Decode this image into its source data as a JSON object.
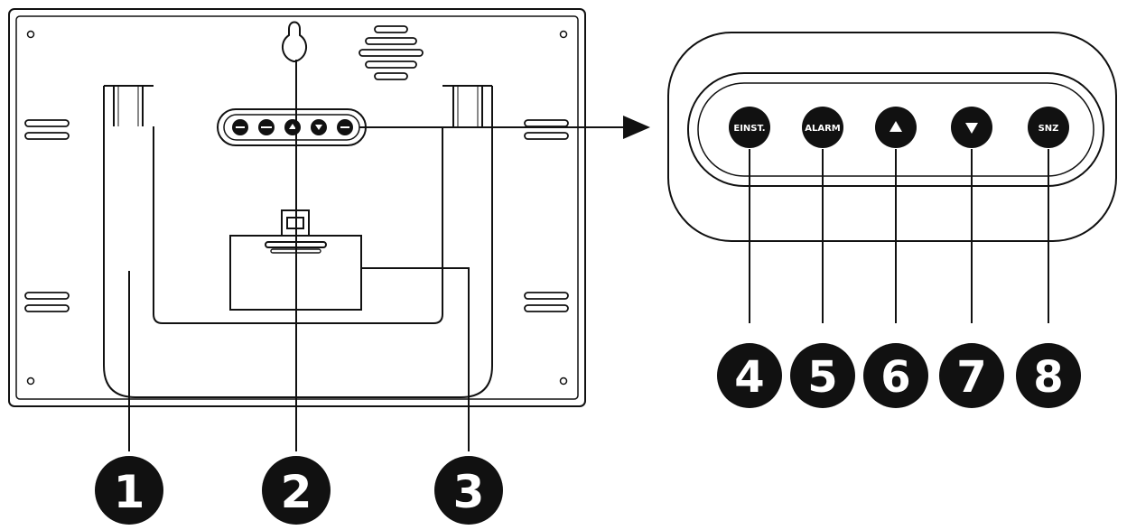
{
  "colors": {
    "ink": "#111111",
    "paper": "#ffffff"
  },
  "buttons": [
    {
      "id": "einst",
      "label": "EINST.",
      "icon": ""
    },
    {
      "id": "alarm",
      "label": "ALARM",
      "icon": ""
    },
    {
      "id": "up",
      "label": "",
      "icon": "triangle-up-icon"
    },
    {
      "id": "down",
      "label": "",
      "icon": "triangle-down-icon"
    },
    {
      "id": "snz",
      "label": "SNZ",
      "icon": ""
    }
  ],
  "callouts": {
    "c1": "1",
    "c2": "2",
    "c3": "3",
    "c4": "4",
    "c5": "5",
    "c6": "6",
    "c7": "7",
    "c8": "8"
  }
}
